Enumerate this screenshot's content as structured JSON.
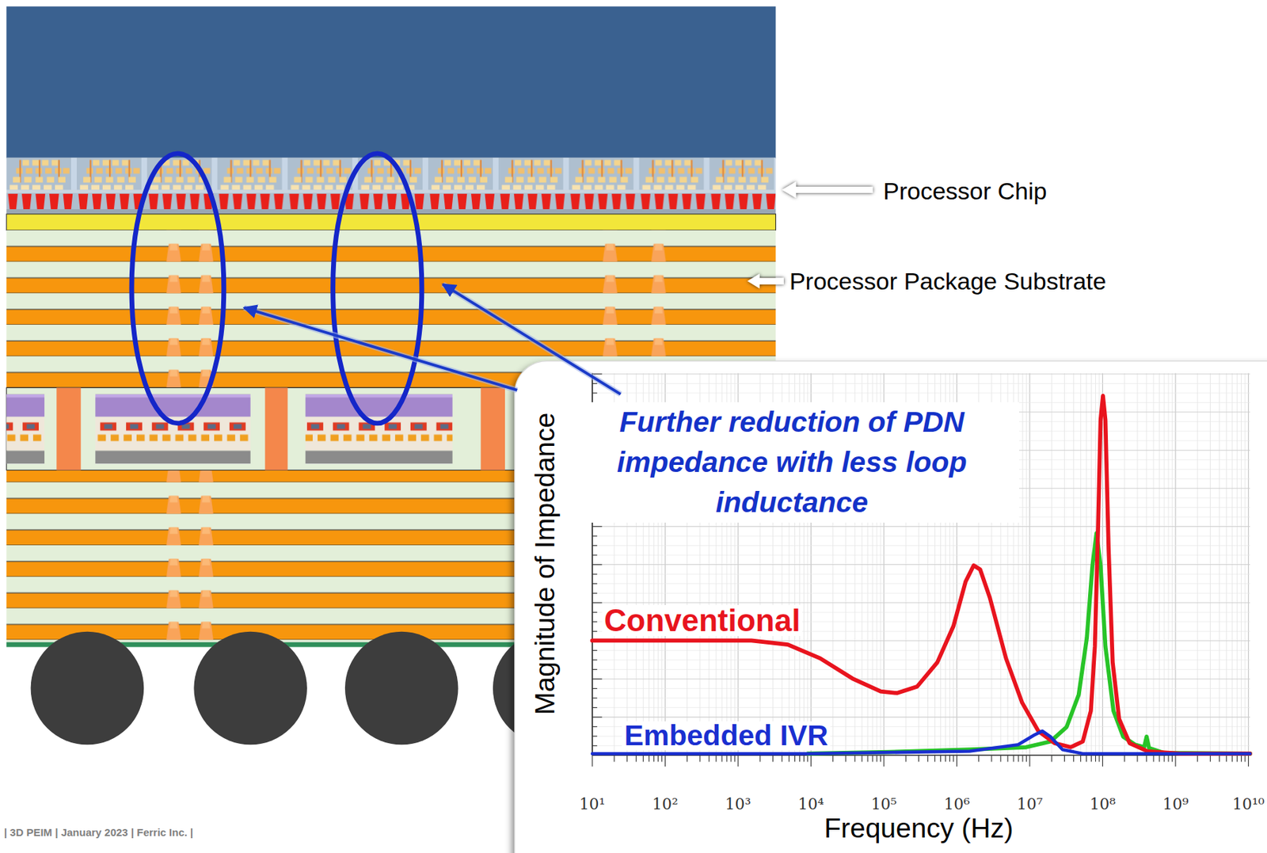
{
  "diagram": {
    "labels": [
      "Processor Chip",
      "Processor Package Substrate",
      "Further reduction of PDN impedance with less loop inductance",
      "Magnitude of Impedance",
      "Conventional",
      "Embedded IVR",
      "10¹",
      "10²",
      "10³",
      "10⁴",
      "10⁵",
      "10⁶",
      "10⁷",
      "10⁸",
      "10⁹",
      "10¹⁰",
      "Frequency (Hz)",
      "| 3D PEIM | January 2023 | Ferric Inc. |"
    ]
  }
}
